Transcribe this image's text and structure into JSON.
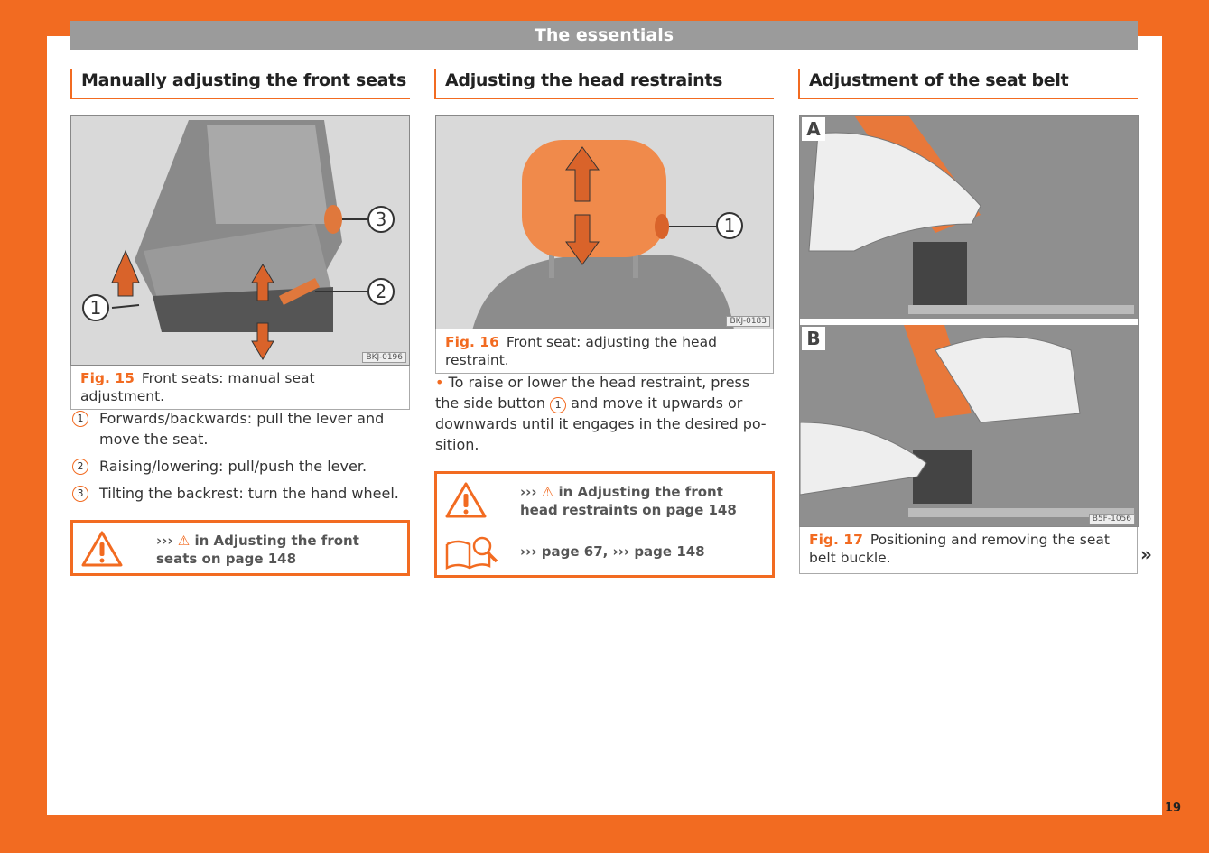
{
  "header": {
    "title": "The essentials"
  },
  "col1": {
    "heading": "Manually adjusting the front seats",
    "fig_code": "BKJ-0196",
    "fig_label": "Fig. 15",
    "fig_caption": "Front seats: manual seat adjustment.",
    "callouts": [
      "1",
      "2",
      "3"
    ],
    "items": [
      {
        "n": "1",
        "text": "Forwards/backwards: pull the lever and move the seat."
      },
      {
        "n": "2",
        "text": "Raising/lowering: pull/push the lever."
      },
      {
        "n": "3",
        "text": "Tilting the backrest: turn the hand wheel."
      }
    ],
    "warning": {
      "prefix": "›››",
      "text": "in Adjusting the front seats on page 148"
    }
  },
  "col2": {
    "heading": "Adjusting the head restraints",
    "fig_code": "BKJ-0183",
    "fig_label": "Fig. 16",
    "fig_caption": "Front seat: adjusting the head restraint.",
    "callout": "1",
    "body_pre": "To raise or lower the head restraint, press the side button",
    "body_num": "1",
    "body_post": "and move it upwards or downwards until it engages in the desired po­sition.",
    "warning": {
      "prefix": "›››",
      "text": "in Adjusting the front head re­straints on page 148"
    },
    "refs": "››› page 67, ››› page 148"
  },
  "col3": {
    "heading": "Adjustment of the seat belt",
    "fig_code": "B5F-1056",
    "panel_a": "A",
    "panel_b": "B",
    "fig_label": "Fig. 17",
    "fig_caption": "Positioning and removing the seat belt buckle.",
    "continue": "»"
  },
  "page_number": "19"
}
